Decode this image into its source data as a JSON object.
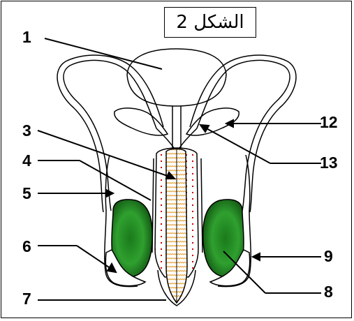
{
  "figure": {
    "title": "الشكل 2",
    "labels": {
      "n1": "1",
      "n3": "3",
      "n4": "4",
      "n5": "5",
      "n6": "6",
      "n7": "7",
      "n8": "8",
      "n9": "9",
      "n12": "12",
      "n13": "13"
    }
  }
}
